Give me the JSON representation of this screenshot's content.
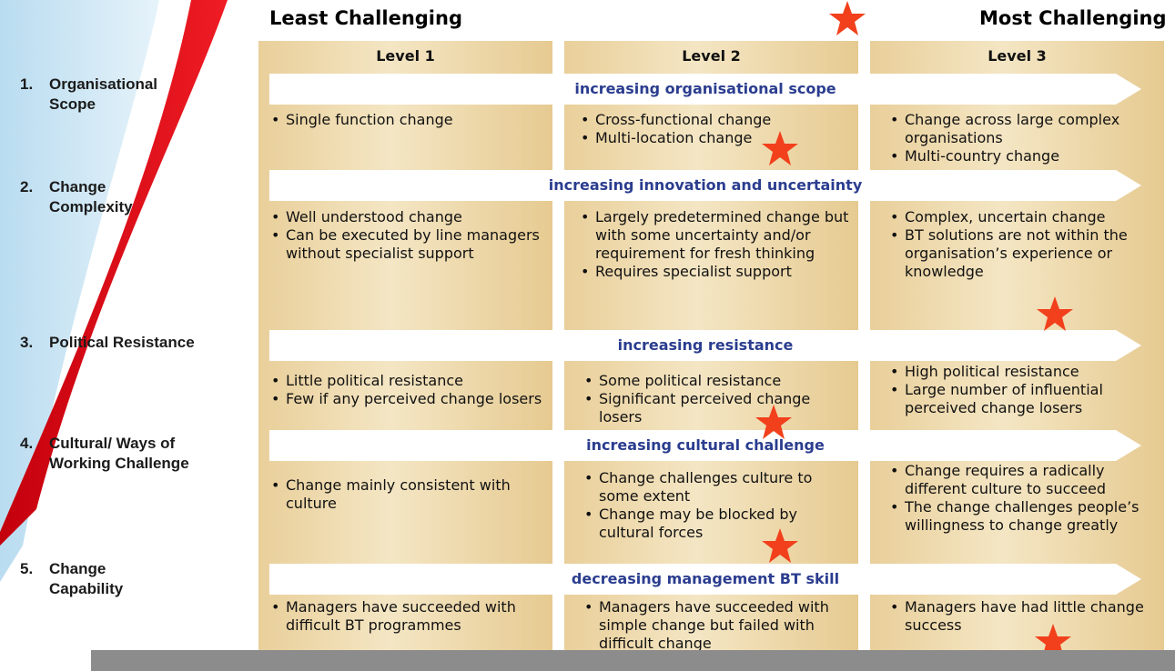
{
  "headers": {
    "least": "Least Challenging",
    "most": "Most Challenging"
  },
  "levels": [
    "Level 1",
    "Level 2",
    "Level 3"
  ],
  "rows": [
    {
      "num": "1.",
      "label": [
        "Organisational",
        "Scope"
      ],
      "arrow": "increasing organisational scope",
      "cells": [
        [
          "Single function change"
        ],
        [
          "Cross-functional change",
          "Multi-location change"
        ],
        [
          "Change across large complex organisations",
          "Multi-country change"
        ]
      ]
    },
    {
      "num": "2.",
      "label": [
        "Change",
        "Complexity"
      ],
      "arrow": "increasing innovation and uncertainty",
      "cells": [
        [
          "Well understood change",
          "Can be executed by line managers without specialist support"
        ],
        [
          "Largely predetermined change but with some uncertainty and/or requirement for fresh thinking",
          "Requires specialist support"
        ],
        [
          "Complex, uncertain change",
          "BT solutions are not within the organisation’s experience or knowledge"
        ]
      ]
    },
    {
      "num": "3.",
      "label": [
        "Political Resistance"
      ],
      "arrow": "increasing resistance",
      "cells": [
        [
          "Little political resistance",
          "Few if any perceived change losers"
        ],
        [
          "Some political resistance",
          "Significant perceived change losers"
        ],
        [
          "High political resistance",
          "Large number of influential perceived change losers"
        ]
      ]
    },
    {
      "num": "4.",
      "label": [
        "Cultural/ Ways of",
        "Working Challenge"
      ],
      "arrow": "increasing cultural challenge",
      "cells": [
        [
          "Change mainly consistent with culture"
        ],
        [
          "Change challenges culture to some extent",
          "Change may be blocked by cultural forces"
        ],
        [
          "Change requires a radically different culture to succeed",
          "The change challenges people’s willingness to change greatly"
        ]
      ]
    },
    {
      "num": "5.",
      "label": [
        "Change",
        "Capability"
      ],
      "arrow": "decreasing management BT skill",
      "cells": [
        [
          "Managers have succeeded with difficult BT programmes"
        ],
        [
          "Managers have succeeded with simple change but failed with difficult change"
        ],
        [
          "Managers have had little change success"
        ]
      ]
    }
  ],
  "colors": {
    "arrow_text": "#2b3d8f",
    "star": "#f2401c",
    "column_fill": "#efdcb0"
  }
}
